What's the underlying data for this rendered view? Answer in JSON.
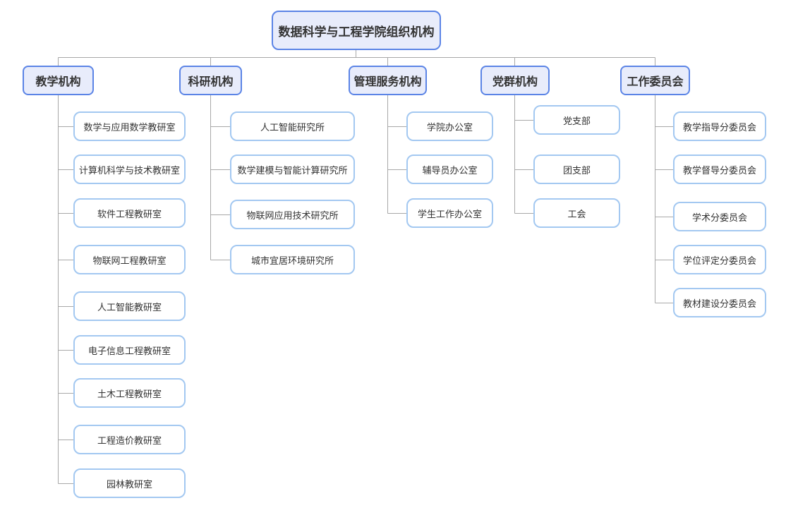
{
  "root": {
    "label": "数据科学与工程学院组织机构"
  },
  "categories": [
    {
      "label": "教学机构",
      "items": [
        "数学与应用数学教研室",
        "计算机科学与技术教研室",
        "软件工程教研室",
        "物联网工程教研室",
        "人工智能教研室",
        "电子信息工程教研室",
        "土木工程教研室",
        "工程造价教研室",
        "园林教研室"
      ]
    },
    {
      "label": "科研机构",
      "items": [
        "人工智能研究所",
        "数学建模与智能计算研究所",
        "物联网应用技术研究所",
        "城市宜居环境研究所"
      ]
    },
    {
      "label": "管理服务机构",
      "items": [
        "学院办公室",
        "辅导员办公室",
        "学生工作办公室"
      ]
    },
    {
      "label": "党群机构",
      "items": [
        "党支部",
        "团支部",
        "工会"
      ]
    },
    {
      "label": "工作委员会",
      "items": [
        "教学指导分委员会",
        "教学督导分委员会",
        "学术分委员会",
        "学位评定分委员会",
        "教材建设分委员会"
      ]
    }
  ]
}
